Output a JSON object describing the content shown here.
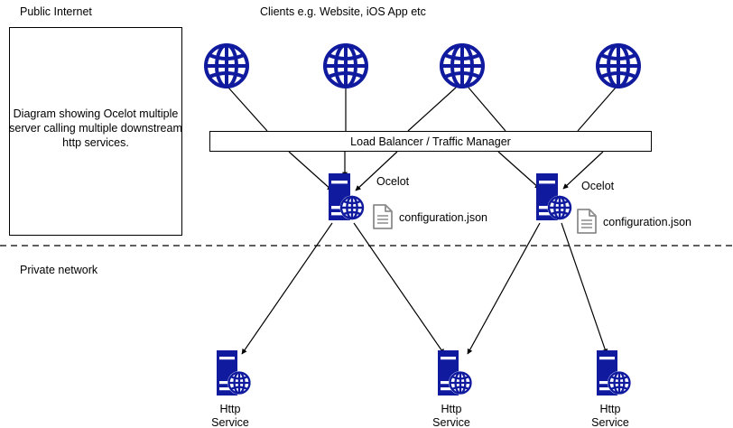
{
  "diagram": {
    "title_note": "Diagram showing Ocelot multiple server calling multiple downstream http services.",
    "zones": {
      "public": "Public Internet",
      "private": "Private network"
    },
    "clients_caption": "Clients e.g. Website, iOS App etc",
    "load_balancer": "Load Balancer / Traffic Manager",
    "colors": {
      "node_blue": "#101a9e",
      "line_black": "#000000",
      "doc_gray": "#8c8c8c"
    },
    "clients": [
      {
        "name": "client-globe-1",
        "icon": "globe-icon"
      },
      {
        "name": "client-globe-2",
        "icon": "globe-icon"
      },
      {
        "name": "client-globe-3",
        "icon": "globe-icon"
      },
      {
        "name": "client-globe-4",
        "icon": "globe-icon"
      }
    ],
    "gateways": [
      {
        "label": "Ocelot",
        "config": "configuration.json",
        "icon": "server-globe-icon"
      },
      {
        "label": "Ocelot",
        "config": "configuration.json",
        "icon": "server-globe-icon"
      }
    ],
    "services": [
      {
        "line1": "Http",
        "line2": "Service",
        "icon": "server-globe-icon"
      },
      {
        "line1": "Http",
        "line2": "Service",
        "icon": "server-globe-icon"
      },
      {
        "line1": "Http",
        "line2": "Service",
        "icon": "server-globe-icon"
      }
    ]
  }
}
